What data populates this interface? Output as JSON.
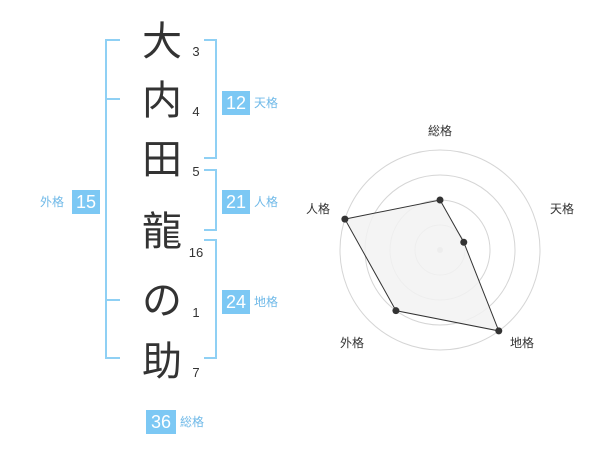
{
  "name_chars": [
    "大",
    "内",
    "田",
    "龍",
    "の",
    "助"
  ],
  "stroke_counts": [
    "3",
    "4",
    "5",
    "16",
    "1",
    "7"
  ],
  "fortunes": {
    "tenkaku": {
      "value": "12",
      "label": "天格"
    },
    "jinkaku": {
      "value": "21",
      "label": "人格"
    },
    "chikaku": {
      "value": "24",
      "label": "地格"
    },
    "gaikaku": {
      "value": "15",
      "label": "外格"
    },
    "soukaku": {
      "value": "36",
      "label": "総格"
    }
  },
  "radar": {
    "axis_labels": {
      "soukaku": "総格",
      "tenkaku": "天格",
      "chikaku": "地格",
      "gaikaku": "外格",
      "jinkaku": "人格"
    },
    "levels": 4,
    "scores": {
      "soukaku": 2,
      "tenkaku": 1,
      "chikaku": 4,
      "gaikaku": 3,
      "jinkaku": 4
    }
  },
  "colors": {
    "accent": "#7cc8f4",
    "accent_text": "#6fb9e8",
    "bracket": "#8fd0f4",
    "radar_ring": "#d5d5d5",
    "radar_fill": "#f2f2f2",
    "radar_stroke": "#333333"
  }
}
